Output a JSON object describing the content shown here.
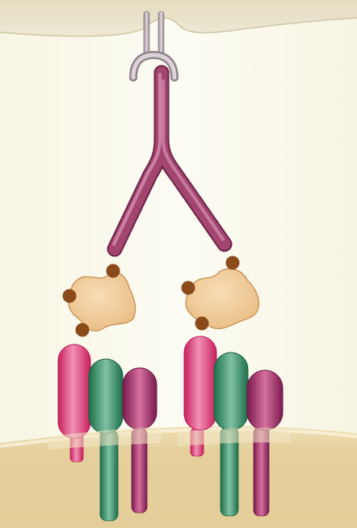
{
  "diagram": {
    "description_elements": {
      "top_membrane": "cell-membrane-top",
      "bottom_membrane": "cell-membrane-bottom",
      "antibody": "antibody-y-shape",
      "receptor": "fc-receptor-top",
      "antigens": [
        "antigen-left",
        "antigen-right"
      ],
      "receptor_complexes": [
        "receptor-complex-left",
        "receptor-complex-right"
      ]
    },
    "colors": {
      "background": "#fcfbf0",
      "membrane_top": "#ebe4cb",
      "membrane_bottom": "#e8d4a3",
      "antibody": "#9c3d6a",
      "receptor_grey": "#a89ea4",
      "antigen_fill": "#efca98",
      "antigen_dot": "#8a4a1a",
      "pink_chain": "#e4357a",
      "green_chain": "#2a8b62",
      "purple_chain": "#9a2565"
    }
  }
}
